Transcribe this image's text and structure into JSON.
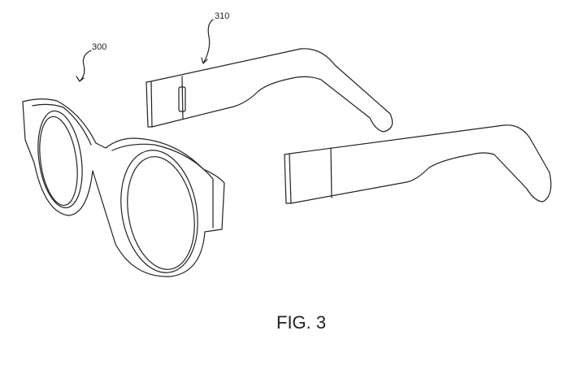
{
  "labels": {
    "frame_ref": "300",
    "temple_ref": "310"
  },
  "caption": "FIG. 3"
}
